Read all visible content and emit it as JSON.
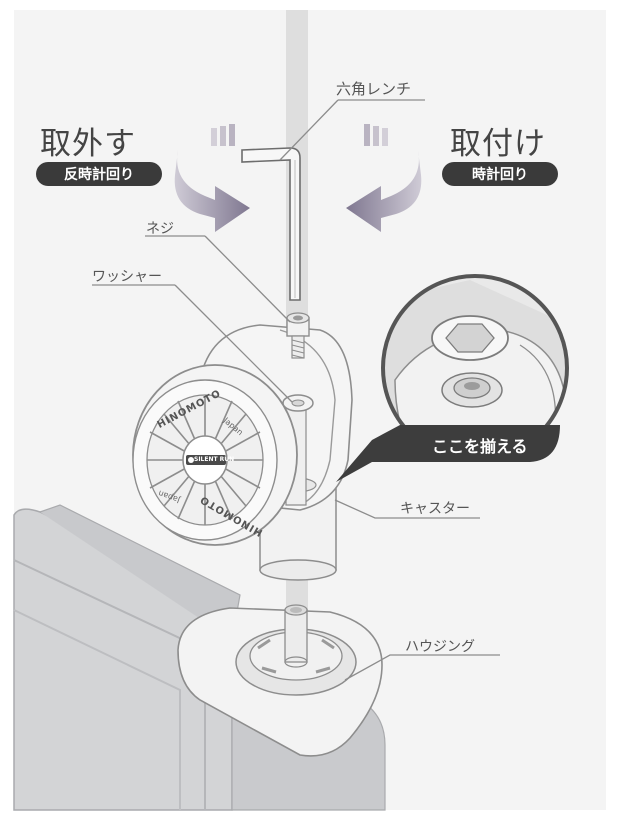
{
  "labels": {
    "hex_wrench": "六角レンチ",
    "remove": "取外す",
    "remove_direction": "反時計回り",
    "attach": "取付け",
    "attach_direction": "時計回り",
    "screw": "ネジ",
    "washer": "ワッシャー",
    "caster": "キャスター",
    "housing": "ハウジング",
    "align_here": "ここを揃える"
  },
  "wheel_text": {
    "brand_top": "HINOMOTO",
    "brand_bottom": "HINOMOTO",
    "japan_top": "Japan",
    "japan_bottom": "Japan",
    "hub_badge": "SILENT RUN"
  },
  "colors": {
    "background": "#f4f4f4",
    "arrow": "#8a8296",
    "pill": "#3a3a3a",
    "line": "#8c8c8c",
    "suitcase": "#d2d3d5"
  }
}
